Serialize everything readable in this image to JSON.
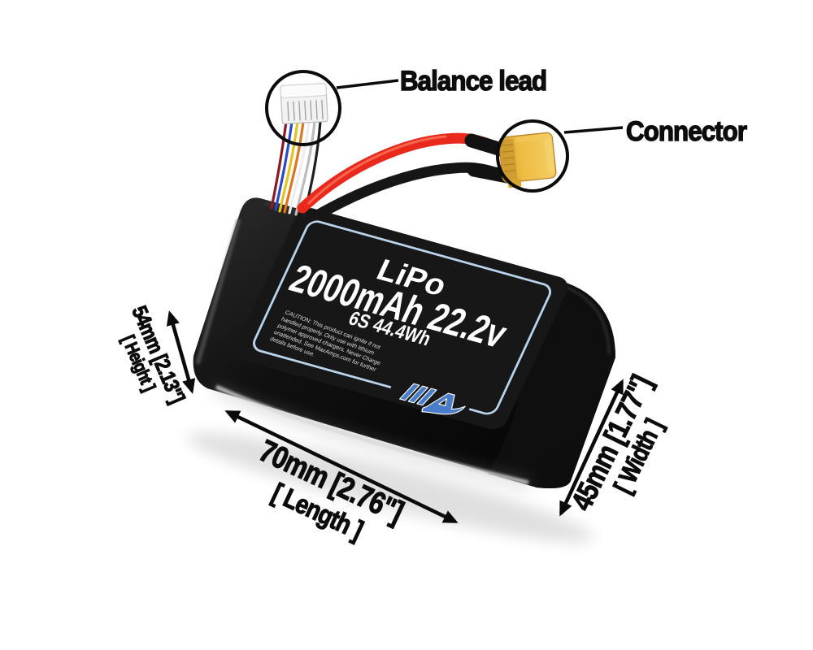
{
  "annotations": {
    "balance_lead": "Balance lead",
    "connector": "Connector"
  },
  "battery_label": {
    "chemistry": "LiPo",
    "spec": "2000mAh 22.2v",
    "cells_energy": "6S 44.4Wh",
    "caution_lines": [
      "CAUTION: This product can ignite if not",
      "handled properly. Only use with lithium",
      "polymer approved chargers. Never Charge",
      "unattended. See MaxAmps.com for further",
      "details before use."
    ]
  },
  "dimensions": {
    "height": {
      "value": "54mm [2.13\"]",
      "label": "[ Height ]"
    },
    "length": {
      "value": "70mm [2.76\"]",
      "label": "[ Length ]"
    },
    "width": {
      "value": "45mm [1.77\"]",
      "label": "[ Width ]"
    }
  },
  "colors": {
    "battery_body": "#0d0d0d",
    "label_border_blue": "#b9d4ea",
    "logo_blue": "#4a7dc9",
    "connector_yellow": "#eebd42",
    "wire_red": "#e8291c",
    "wire_black": "#161616"
  }
}
